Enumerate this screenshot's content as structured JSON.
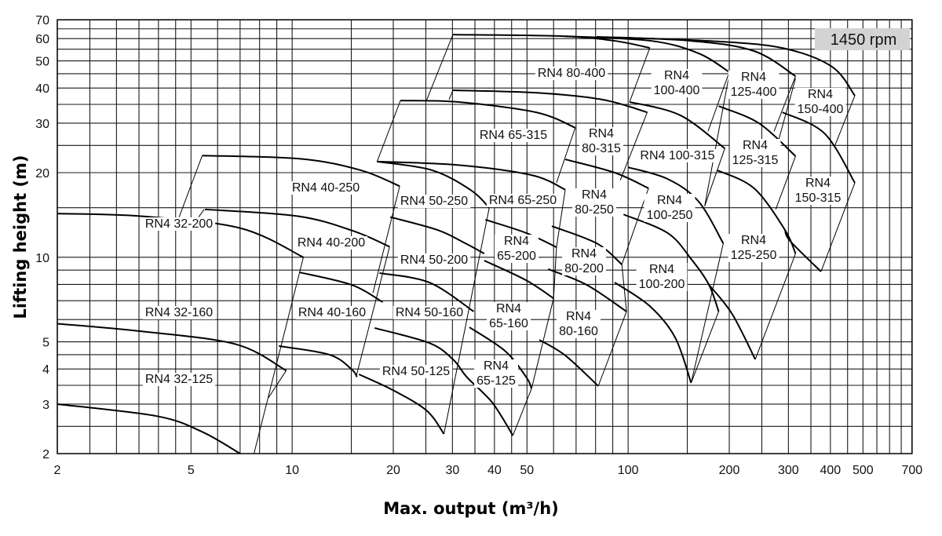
{
  "chart_data": {
    "type": "line",
    "title": "",
    "xlabel": "Max. output (m³/h)",
    "ylabel": "Lifting height (m)",
    "xscale": "log",
    "yscale": "log",
    "xlim": [
      2,
      700
    ],
    "ylim": [
      2,
      70
    ],
    "grid": true,
    "annotation": "1450 rpm",
    "x_ticks": [
      2,
      5,
      10,
      20,
      30,
      40,
      50,
      100,
      200,
      300,
      400,
      500,
      700
    ],
    "y_ticks": [
      2,
      3,
      4,
      5,
      10,
      20,
      30,
      40,
      50,
      60,
      70
    ],
    "x_grid": [
      2,
      2.5,
      3,
      3.5,
      4,
      4.5,
      5,
      6,
      7,
      8,
      9,
      10,
      15,
      20,
      25,
      30,
      35,
      40,
      45,
      50,
      60,
      70,
      80,
      90,
      100,
      150,
      200,
      250,
      300,
      350,
      400,
      450,
      500,
      550,
      600,
      650,
      700
    ],
    "y_grid": [
      2,
      2.5,
      3,
      3.5,
      4,
      4.5,
      5,
      6,
      7,
      8,
      9,
      10,
      15,
      20,
      25,
      30,
      35,
      40,
      45,
      50,
      55,
      60,
      65,
      70
    ],
    "curves": [
      [
        [
          2,
          3.0
        ],
        [
          3.95,
          2.72
        ],
        [
          5.4,
          2.39
        ],
        [
          7.0,
          2.0
        ]
      ],
      [
        [
          2,
          5.8
        ],
        [
          3.55,
          5.45
        ],
        [
          6.8,
          4.9
        ],
        [
          9.6,
          3.95
        ]
      ],
      [
        [
          2,
          14.3
        ],
        [
          3.55,
          14.0
        ],
        [
          7.0,
          12.7
        ],
        [
          10.8,
          10.0
        ]
      ],
      [
        [
          5.4,
          23.0
        ],
        [
          10.6,
          22.4
        ],
        [
          16.0,
          20.4
        ],
        [
          20.9,
          17.9
        ]
      ],
      [
        [
          5.5,
          14.8
        ],
        [
          10.4,
          14.0
        ],
        [
          15.2,
          12.4
        ],
        [
          19.5,
          10.9
        ]
      ],
      [
        [
          10.5,
          8.84
        ],
        [
          15.0,
          7.98
        ],
        [
          18.6,
          6.92
        ]
      ],
      [
        [
          9.13,
          4.83
        ],
        [
          12.9,
          4.5
        ],
        [
          15.0,
          4.0
        ],
        [
          15.6,
          3.75
        ]
      ],
      [
        [
          15.8,
          3.83
        ],
        [
          19.9,
          3.37
        ],
        [
          25.1,
          2.85
        ],
        [
          28.3,
          2.35
        ]
      ],
      [
        [
          17.6,
          5.6
        ],
        [
          25.6,
          4.95
        ],
        [
          30.1,
          4.33
        ],
        [
          33.2,
          3.73
        ],
        [
          39.4,
          3.04
        ],
        [
          45.4,
          2.32
        ]
      ],
      [
        [
          19.6,
          13.9
        ],
        [
          27.1,
          12.5
        ],
        [
          32.8,
          11.2
        ],
        [
          37.3,
          10.3
        ]
      ],
      [
        [
          18.2,
          8.78
        ],
        [
          25.6,
          8.13
        ],
        [
          34.7,
          6.41
        ]
      ],
      [
        [
          33.7,
          5.63
        ],
        [
          43.0,
          4.64
        ],
        [
          49.7,
          3.75
        ],
        [
          51.6,
          3.41
        ]
      ],
      [
        [
          37.3,
          9.73
        ],
        [
          49.7,
          8.28
        ],
        [
          60.0,
          7.14
        ]
      ],
      [
        [
          37.6,
          13.6
        ],
        [
          49.7,
          12.2
        ],
        [
          61.2,
          10.85
        ]
      ],
      [
        [
          54.4,
          5.08
        ],
        [
          65.0,
          4.47
        ],
        [
          81.5,
          3.48
        ]
      ],
      [
        [
          57.8,
          9.07
        ],
        [
          75.2,
          7.98
        ],
        [
          98.9,
          6.41
        ]
      ],
      [
        [
          59.3,
          12.9
        ],
        [
          80.7,
          11.2
        ],
        [
          95.8,
          9.42
        ]
      ],
      [
        [
          91.2,
          8.13
        ],
        [
          116,
          6.7
        ],
        [
          138,
          5.18
        ],
        [
          154,
          3.57
        ]
      ],
      [
        [
          96.9,
          14.2
        ],
        [
          131,
          12.2
        ],
        [
          154,
          9.86
        ],
        [
          174,
          7.98
        ],
        [
          186,
          6.41
        ]
      ],
      [
        [
          174,
          7.98
        ],
        [
          204,
          6.28
        ],
        [
          239,
          4.33
        ]
      ],
      [
        [
          100,
          20.9
        ],
        [
          131,
          19.0
        ],
        [
          162,
          15.8
        ],
        [
          192,
          11.2
        ]
      ],
      [
        [
          184,
          20.4
        ],
        [
          237,
          17.6
        ],
        [
          293,
          12.5
        ],
        [
          315,
          10.3
        ]
      ],
      [
        [
          293,
          12.5
        ],
        [
          304,
          11.4
        ],
        [
          375,
          8.89
        ]
      ],
      [
        [
          101,
          35.7
        ],
        [
          143,
          32.0
        ],
        [
          194,
          24.4
        ]
      ],
      [
        [
          186,
          34.5
        ],
        [
          245,
          30.0
        ],
        [
          315,
          22.9
        ]
      ],
      [
        [
          288,
          32.8
        ],
        [
          384,
          27.6
        ],
        [
          473,
          18.4
        ]
      ],
      [
        [
          17.9,
          21.9
        ],
        [
          26.1,
          20.4
        ],
        [
          34.1,
          17.3
        ],
        [
          38.6,
          15.0
        ]
      ],
      [
        [
          17.9,
          21.9
        ],
        [
          31.1,
          21.3
        ],
        [
          51.6,
          19.6
        ],
        [
          65.0,
          17.4
        ]
      ],
      [
        [
          65.0,
          22.3
        ],
        [
          91.2,
          20.0
        ],
        [
          115,
          17.6
        ]
      ],
      [
        [
          21.0,
          36.1
        ],
        [
          31.1,
          35.7
        ],
        [
          53.2,
          32.8
        ],
        [
          69.6,
          28.9
        ]
      ],
      [
        [
          30.1,
          39.3
        ],
        [
          53.2,
          38.5
        ],
        [
          83.7,
          36.4
        ],
        [
          114,
          32.8
        ]
      ],
      [
        [
          30.1,
          62.0
        ],
        [
          64.0,
          61.2
        ],
        [
          91.2,
          58.9
        ],
        [
          116,
          55.6
        ]
      ],
      [
        [
          65,
          61.2
        ],
        [
          117,
          58.9
        ],
        [
          162,
          53.2
        ],
        [
          200,
          45.6
        ]
      ],
      [
        [
          80.6,
          60.9
        ],
        [
          154,
          58.9
        ],
        [
          237,
          54.2
        ],
        [
          315,
          44.1
        ]
      ],
      [
        [
          100,
          60.4
        ],
        [
          191,
          58.5
        ],
        [
          293,
          55.3
        ],
        [
          405,
          47.6
        ],
        [
          473,
          37.6
        ]
      ]
    ],
    "edges": [
      [
        [
          5.4,
          23.0
        ],
        [
          4.61,
          13.9
        ]
      ],
      [
        [
          5.47,
          14.8
        ],
        [
          5.27,
          13.9
        ]
      ],
      [
        [
          10.8,
          10.0
        ],
        [
          7.7,
          2.0
        ]
      ],
      [
        [
          9.6,
          3.95
        ],
        [
          8.5,
          3.16
        ]
      ],
      [
        [
          20.9,
          17.9
        ],
        [
          17.4,
          7.47
        ]
      ],
      [
        [
          19.5,
          10.9
        ],
        [
          15.5,
          3.75
        ]
      ],
      [
        [
          21.0,
          36.1
        ],
        [
          17.9,
          21.9
        ]
      ],
      [
        [
          30.1,
          62.0
        ],
        [
          25.1,
          36.1
        ]
      ],
      [
        [
          30.1,
          39.3
        ],
        [
          29.3,
          36.4
        ]
      ],
      [
        [
          69.6,
          28.9
        ],
        [
          61.2,
          18.4
        ]
      ],
      [
        [
          114,
          32.8
        ],
        [
          94.8,
          18.8
        ]
      ],
      [
        [
          116,
          55.6
        ],
        [
          101,
          35.7
        ]
      ],
      [
        [
          38.6,
          15.0
        ],
        [
          28.3,
          2.35
        ]
      ],
      [
        [
          65,
          17.4
        ],
        [
          61.2,
          10.85
        ],
        [
          60,
          7.14
        ],
        [
          51.6,
          3.41
        ],
        [
          45.4,
          2.32
        ]
      ],
      [
        [
          115,
          17.6
        ],
        [
          95.8,
          9.42
        ],
        [
          98.9,
          6.41
        ],
        [
          81.5,
          3.48
        ]
      ],
      [
        [
          194,
          24.4
        ],
        [
          169,
          15.2
        ]
      ],
      [
        [
          192,
          11.2
        ],
        [
          154,
          3.57
        ]
      ],
      [
        [
          199,
          43.3
        ],
        [
          169,
          15.2
        ]
      ],
      [
        [
          315,
          43.3
        ],
        [
          273,
          23.2
        ]
      ],
      [
        [
          473,
          37.6
        ],
        [
          411,
          24.7
        ]
      ],
      [
        [
          473,
          18.4
        ],
        [
          375,
          8.89
        ]
      ],
      [
        [
          315,
          22.9
        ],
        [
          275,
          14.8
        ]
      ],
      [
        [
          315,
          10.3
        ],
        [
          239,
          4.33
        ]
      ],
      [
        [
          315,
          44.1
        ],
        [
          272,
          28.1
        ]
      ],
      [
        [
          200,
          45.6
        ],
        [
          173,
          28.1
        ]
      ],
      [
        [
          186,
          6.41
        ],
        [
          154,
          3.57
        ]
      ]
    ],
    "labels": [
      "RN4 32-200",
      "RN4 32-160",
      "RN4 32-125",
      "RN4 40-250",
      "RN4 40-200",
      "RN4 40-160",
      "RN4 50-250",
      "RN4 50-200",
      "RN4 50-160",
      "RN4 50-125",
      "RN4 65-315",
      "RN4 65-250",
      "RN4 65-200",
      "RN4 65-160",
      "RN4 65-125",
      "RN4 80-400",
      "RN4 80-315",
      "RN4 80-250",
      "RN4 80-200",
      "RN4 80-160",
      "RN4 100-400",
      "RN4 100-315",
      "RN4 100-250",
      "RN4 100-200",
      "RN4 125-400",
      "RN4 125-315",
      "RN4 125-250",
      "RN4 150-400",
      "RN4 150-315"
    ]
  }
}
